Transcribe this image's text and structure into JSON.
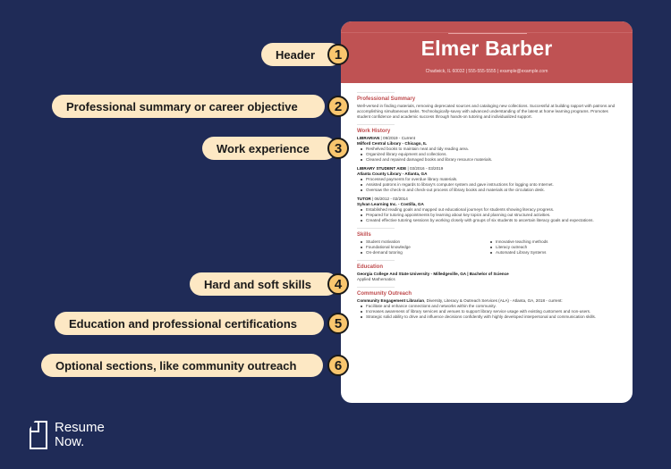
{
  "colors": {
    "background": "#1f2b57",
    "header_red": "#bf5253",
    "pill": "#fde8c4",
    "badge": "#f9c66e",
    "section_title": "#bf4a4c"
  },
  "callouts": [
    {
      "number": "1",
      "label": "Header"
    },
    {
      "number": "2",
      "label": "Professional summary or career objective"
    },
    {
      "number": "3",
      "label": "Work experience"
    },
    {
      "number": "4",
      "label": "Hard and soft skills"
    },
    {
      "number": "5",
      "label": "Education and professional certifications"
    },
    {
      "number": "6",
      "label": "Optional sections, like community outreach"
    }
  ],
  "resume": {
    "name": "Elmer Barber",
    "contact": "Chadwick, IL 60032  |  555-555-5555  |  example@example.com",
    "summary": {
      "title": "Professional Summary",
      "text": "Well-versed in finding materials, removing deprecated sources and cataloging new collections. Successful at building rapport with patrons and accomplishing simultaneous tasks. Technologically-savvy with advanced understanding of the latest at home learning programs. Promotes student confidence and academic success through hands-on tutoring and individualized support."
    },
    "work": {
      "title": "Work History",
      "jobs": [
        {
          "role": "LIBRARIAN",
          "dates": " | 09/2019 - Current",
          "company": "Milford Central Library - Chicago, IL",
          "bullets": [
            "Reshelved books to maintain neat and tidy reading area.",
            "Organized library equipment and collections.",
            "Cleaned and repaired damaged books and library resource materials."
          ]
        },
        {
          "role": "LIBRARY STUDENT AIDE",
          "dates": " | 03/2016 - 03/2019",
          "company": "Atlanta County Library - Atlanta, GA",
          "bullets": [
            "Processed payments for overdue library materials.",
            "Assisted patrons in regards to library's computer system and gave instructions for logging onto Internet.",
            "Oversaw the check-in and check-out process of library books and materials at the circulation desk."
          ]
        },
        {
          "role": "TUTOR",
          "dates": " | 06/2012 - 02/2014",
          "company": "Sylvan Learning Inc. - Costilla, GA",
          "bullets": [
            "Established reading goals and mapped out educational journeys for students showing literacy progress.",
            "Prepared for tutoring appointments by learning about key topics and planning out structured activities.",
            "Created effective tutoring sessions by working closely with groups of six students to ascertain literacy goals and expectations."
          ]
        }
      ]
    },
    "skills": {
      "title": "Skills",
      "left": [
        "Student motivation",
        "Foundational knowledge",
        "On-demand tutoring"
      ],
      "right": [
        "Innovative teaching methods",
        "Literacy outreach",
        "Automated Library Systems"
      ]
    },
    "education": {
      "title": "Education",
      "line": "Georgia College And State University - Milledgeville, GA  |  Bachelor of Science",
      "field": "Applied Mathematics"
    },
    "outreach": {
      "title": "Community Outreach",
      "role": "Community Engagement Librarian",
      "detail": ", Diversity, Literacy & Outreach Services (ALA) - Atlanta, GA, 2018 - current:",
      "bullets": [
        "Facilitate and enhance connections and networks within the community.",
        "Increases awareness of library services and venues to support library service usage with existing customers and non-users.",
        "Strategic solid ability to drive and influence decisions confidently with highly developed interpersonal and communication skills."
      ]
    }
  },
  "brand": {
    "line1": "Resume",
    "line2": "Now.",
    "icon": "document-icon"
  }
}
